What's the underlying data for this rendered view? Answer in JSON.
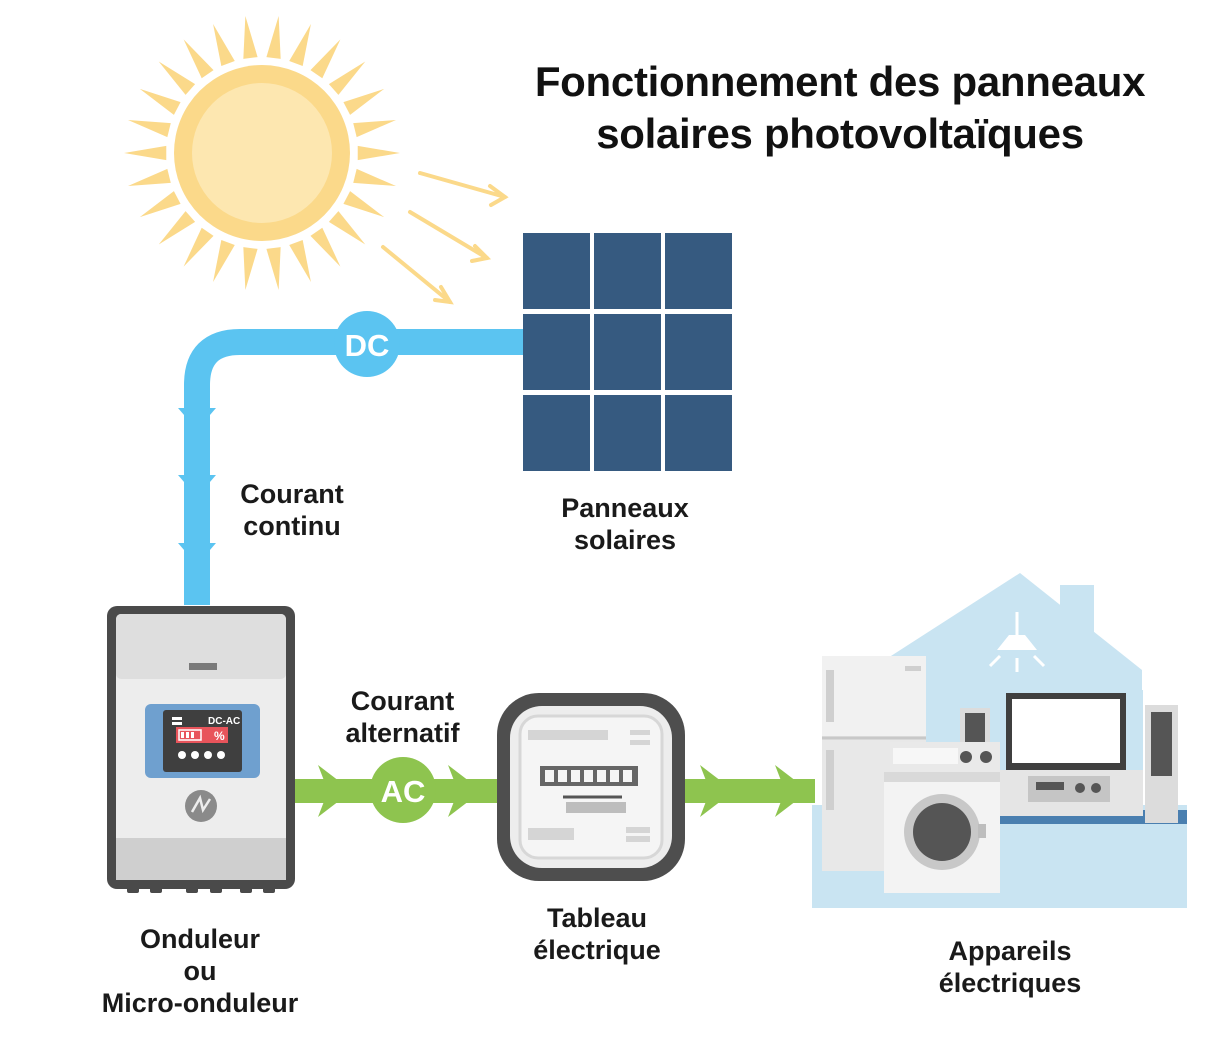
{
  "title": {
    "line1": "Fonctionnement des panneaux",
    "line2": "solaires photovoltaïques"
  },
  "badges": {
    "dc": "DC",
    "ac": "AC"
  },
  "labels": {
    "courant_continu": [
      "Courant",
      "continu"
    ],
    "panneaux": [
      "Panneaux",
      "solaires"
    ],
    "courant_alternatif": [
      "Courant",
      "alternatif"
    ],
    "onduleur": [
      "Onduleur",
      "ou",
      "Micro-onduleur"
    ],
    "tableau": [
      "Tableau",
      "électrique"
    ],
    "appareils": [
      "Appareils",
      "électriques"
    ]
  },
  "inverter_screen": {
    "caption": "DC-AC",
    "unit": "%"
  },
  "colors": {
    "sun_ray": "#fbd98a",
    "sun_core": "#fde7b0",
    "dc_line": "#5bc4f1",
    "ac_line": "#8ec44f",
    "panel": "#365a80",
    "inverter_frame": "#4a4a4a",
    "house": "#c9e4f2"
  }
}
